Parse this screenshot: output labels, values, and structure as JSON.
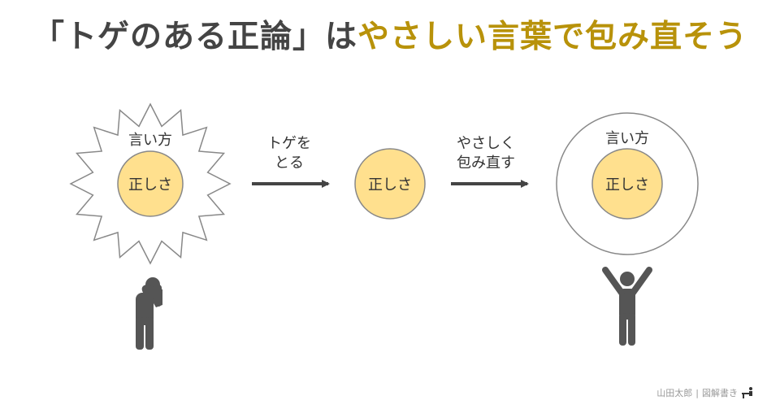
{
  "title": {
    "part1": "「トゲのある正論」は",
    "part2": "やさしい言葉で包み直そう"
  },
  "colors": {
    "title_dark": "#444444",
    "title_accent": "#B8920A",
    "circle_fill": "#FFE08E",
    "stroke": "#888888",
    "figure": "#555555"
  },
  "left": {
    "outer_label": "言い方",
    "inner_label": "正しさ"
  },
  "arrow1": {
    "line1": "トゲを",
    "line2": "とる"
  },
  "middle": {
    "inner_label": "正しさ"
  },
  "arrow2": {
    "line1": "やさしく",
    "line2": "包み直す"
  },
  "right": {
    "outer_label": "言い方",
    "inner_label": "正しさ"
  },
  "credit": {
    "author": "山田太郎",
    "separator": "|",
    "brand": "図解書き"
  }
}
